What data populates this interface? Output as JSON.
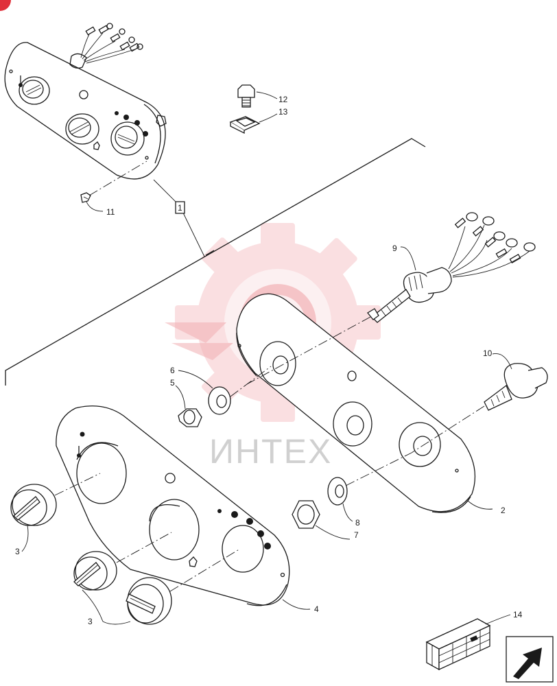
{
  "watermark": {
    "text": "ИНТЕХ",
    "color": "#f2aeb2"
  },
  "corner_badge": {
    "color": "#e0303a"
  },
  "callouts": [
    {
      "id": "c1",
      "label": "1"
    },
    {
      "id": "c2",
      "label": "2"
    },
    {
      "id": "c3a",
      "label": "3"
    },
    {
      "id": "c3b",
      "label": "3"
    },
    {
      "id": "c4",
      "label": "4"
    },
    {
      "id": "c5",
      "label": "5"
    },
    {
      "id": "c6",
      "label": "6"
    },
    {
      "id": "c7",
      "label": "7"
    },
    {
      "id": "c8",
      "label": "8"
    },
    {
      "id": "c9",
      "label": "9"
    },
    {
      "id": "c10",
      "label": "10"
    },
    {
      "id": "c11",
      "label": "11"
    },
    {
      "id": "c12",
      "label": "12"
    },
    {
      "id": "c13",
      "label": "13"
    },
    {
      "id": "c14",
      "label": "14"
    }
  ],
  "icons": [
    "temperature-icon",
    "fan-icon",
    "kit-crate-icon",
    "next-page-arrow-icon"
  ]
}
